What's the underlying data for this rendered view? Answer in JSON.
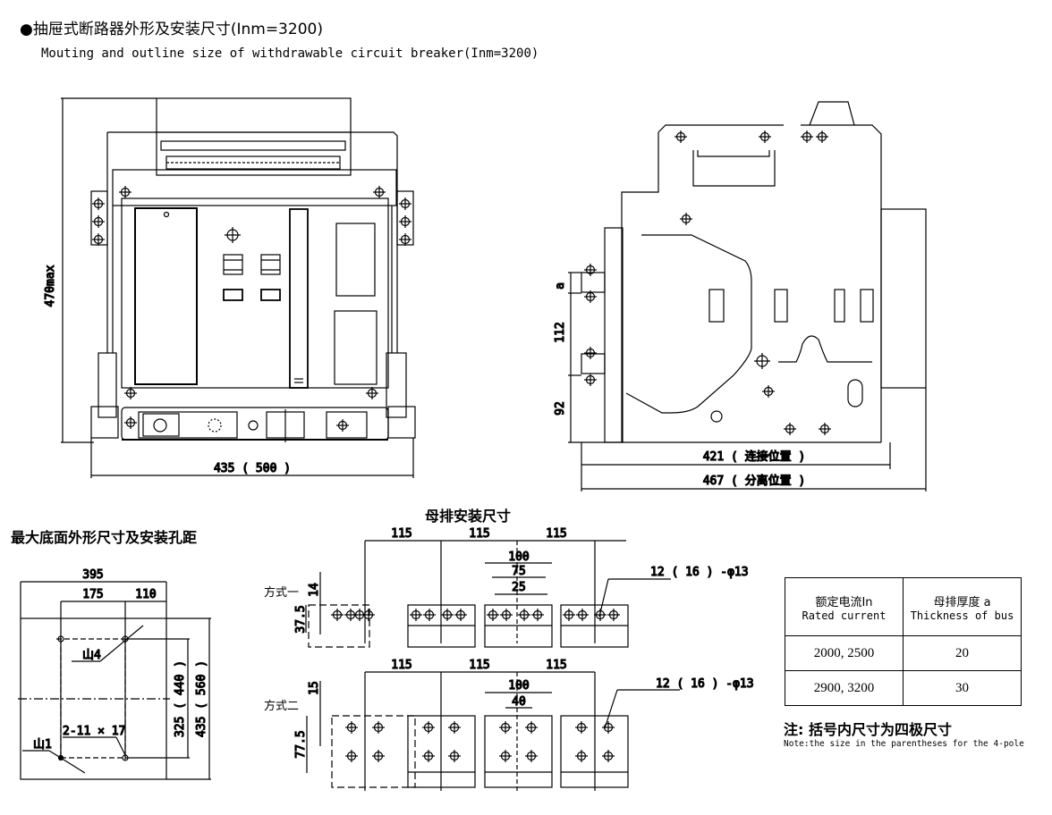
{
  "header": {
    "title_cn": "●抽屉式断路器外形及安装尺寸(Inm=3200)",
    "title_en": "Mouting and outline size of withdrawable circuit breaker(Inm=3200)"
  },
  "front_view": {
    "height_dim": "470max",
    "width_dim": "435 ( 500 )"
  },
  "side_view": {
    "dim_a": "a",
    "dim_112": "112",
    "dim_92": "92",
    "connected_dim": "421 ( 连接位置 )",
    "isolated_dim": "467 ( 分离位置 )"
  },
  "base_section": {
    "title": "最大底面外形尺寸及安装孔距",
    "dim_395": "395",
    "dim_175": "175",
    "dim_110": "110",
    "dim_325": "325 ( 440 )",
    "dim_435": "435 ( 560 )",
    "hole_label_1": "山4",
    "hole_label_2": "山1",
    "slot_label": "2-11 × 17"
  },
  "bus_section": {
    "title": "母排安装尺寸",
    "method1": {
      "label": "方式一",
      "pitch": [
        "115",
        "115",
        "115"
      ],
      "dim_100": "100",
      "dim_75": "75",
      "dim_25": "25",
      "dim_14": "14",
      "dim_37_5": "37.5",
      "hole_callout": "12 ( 16 ) -φ13"
    },
    "method2": {
      "label": "方式二",
      "pitch": [
        "115",
        "115",
        "115"
      ],
      "dim_100": "100",
      "dim_40": "40",
      "dim_15": "15",
      "dim_77_5": "77.5",
      "hole_callout": "12 ( 16 ) -φ13"
    }
  },
  "spec_table": {
    "headers": [
      {
        "cn": "额定电流In",
        "en": "Rated current"
      },
      {
        "cn": "母排厚度 a",
        "en": "Thickness of bus"
      }
    ],
    "rows": [
      {
        "current": "2000, 2500",
        "thickness": "20"
      },
      {
        "current": "2900, 3200",
        "thickness": "30"
      }
    ]
  },
  "note": {
    "cn": "注: 括号内尺寸为四极尺寸",
    "en": "Note:the size in the parentheses for the 4-pole"
  }
}
